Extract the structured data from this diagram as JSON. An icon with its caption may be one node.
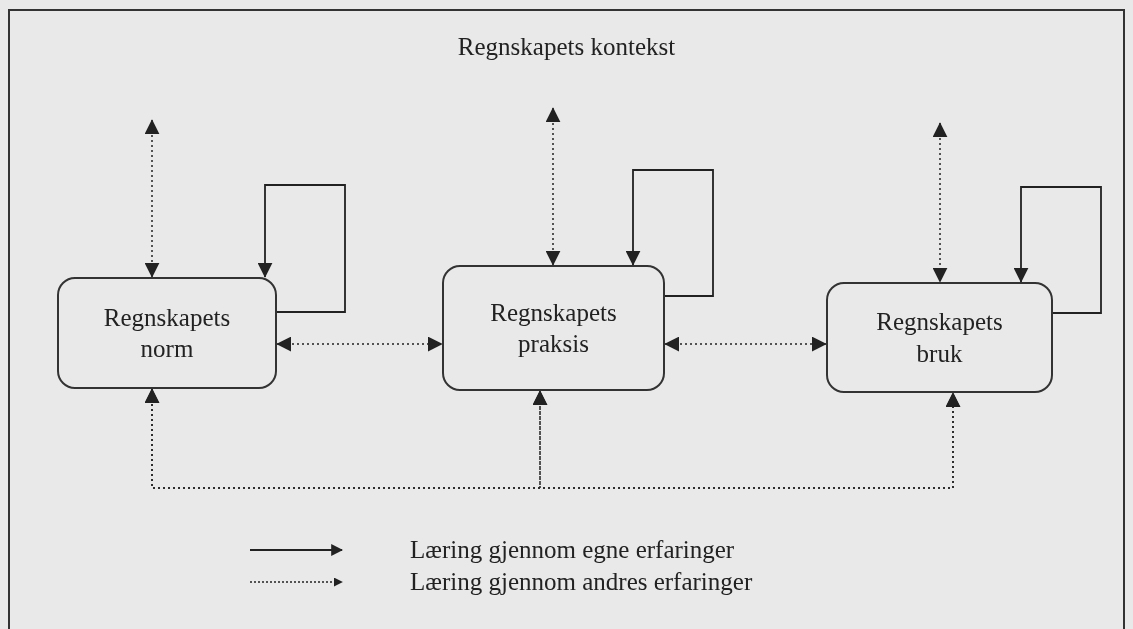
{
  "diagram": {
    "title": "Regnskapets kontekst",
    "nodes": [
      {
        "text": [
          "Regnskapets norm"
        ]
      },
      {
        "text": [
          "Regnskapets praksis"
        ]
      },
      {
        "text": [
          "Regnskapets bruk"
        ]
      }
    ],
    "edges": [
      {
        "from": null,
        "to": 0,
        "arrow": "both",
        "style": "dashed"
      },
      {
        "from": null,
        "to": 1,
        "arrow": "both",
        "style": "dashed"
      },
      {
        "from": null,
        "to": 2,
        "arrow": "both",
        "style": "dashed"
      },
      {
        "from": 0,
        "to": 0,
        "arrow": "to"
      },
      {
        "from": 1,
        "to": 1,
        "arrow": "to"
      },
      {
        "from": 2,
        "to": 2,
        "arrow": "to"
      },
      {
        "from": 0,
        "to": 1,
        "arrow": "both",
        "style": "dashed"
      },
      {
        "from": 1,
        "to": 2,
        "arrow": "both",
        "style": "dashed"
      },
      {
        "from": 0,
        "to": 1,
        "arrow": "both",
        "style": "dashed"
      },
      {
        "from": 1,
        "to": 2,
        "arrow": "both",
        "style": "dashed"
      },
      {
        "from": 0,
        "to": 2,
        "arrow": "both",
        "style": "dashed"
      }
    ],
    "legend": [
      {
        "text": "Læring gjennom egne erfaringer"
      },
      {
        "text": "Læring gjennom andres erfaringer"
      }
    ]
  }
}
